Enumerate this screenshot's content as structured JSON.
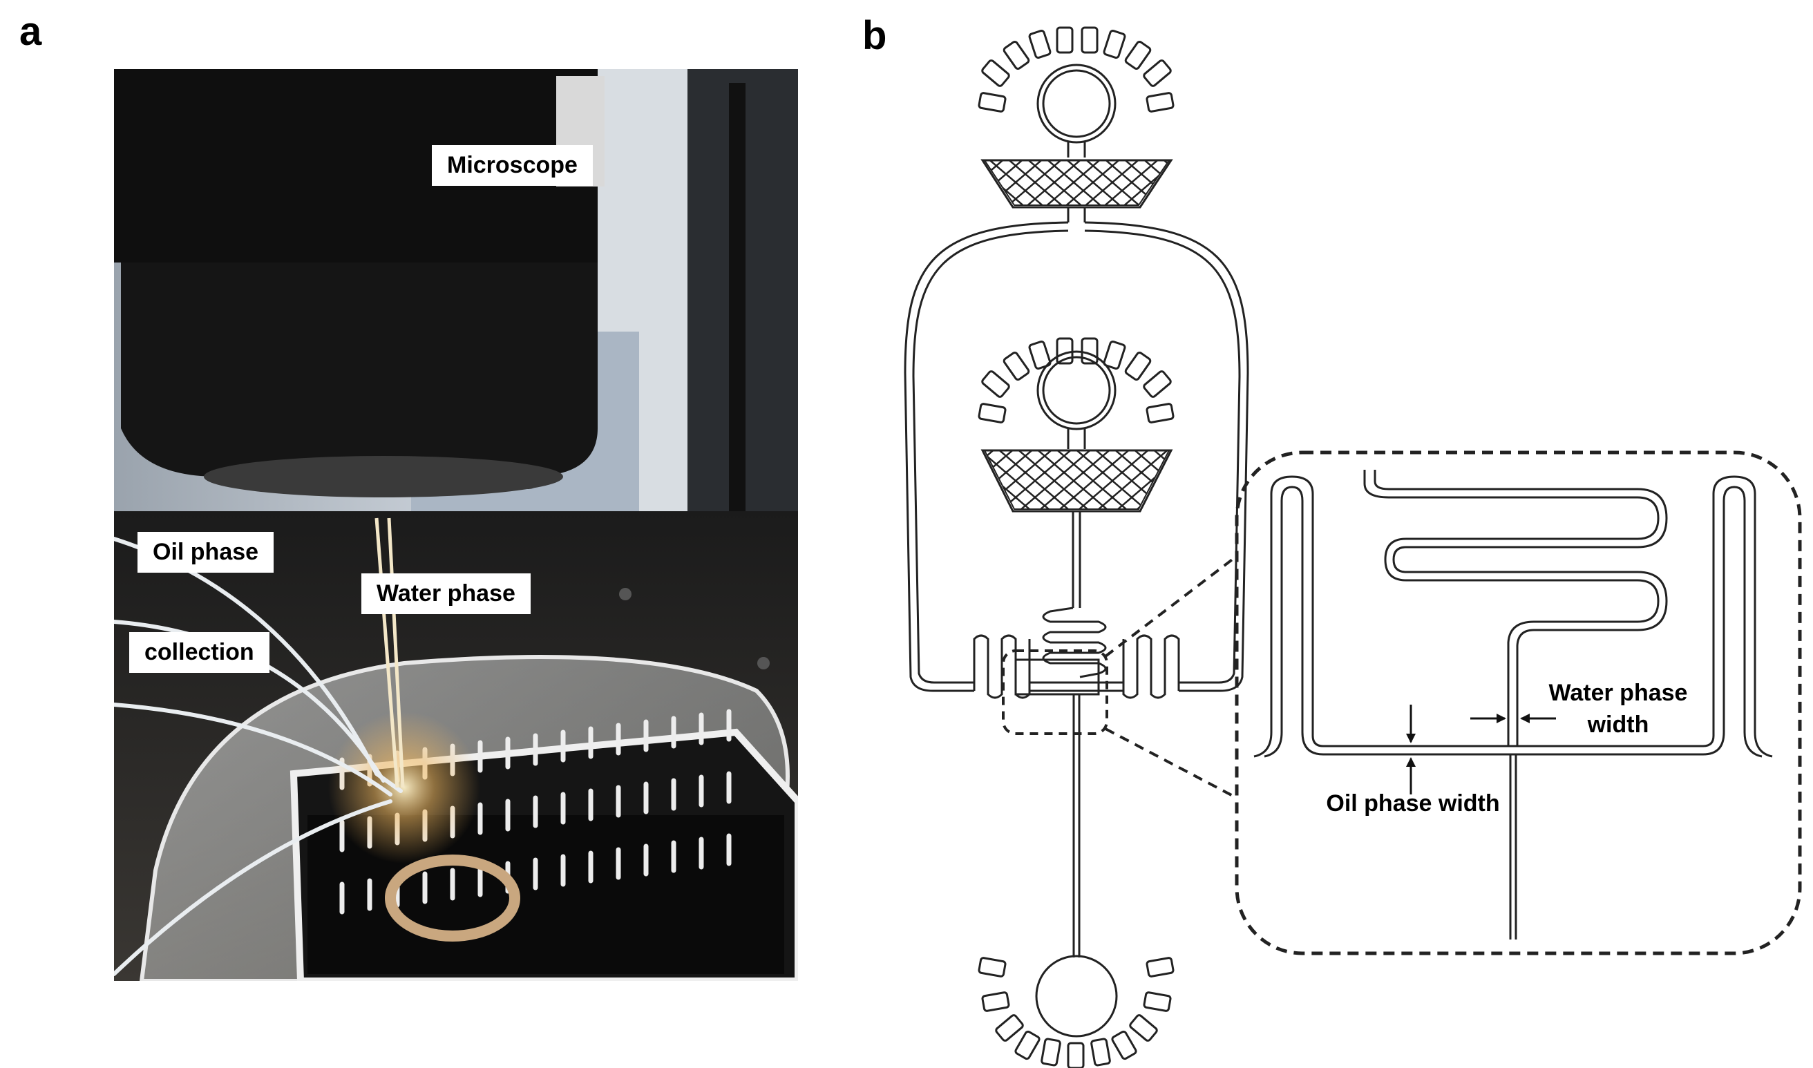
{
  "panels": {
    "a": {
      "letter": "a",
      "labels": {
        "microscope": "Microscope",
        "oil_phase": "Oil phase",
        "water_phase": "Water phase",
        "collection": "collection"
      }
    },
    "b": {
      "letter": "b",
      "labels": {
        "water_phase_width_line1": "Water phase",
        "water_phase_width_line2": "width",
        "oil_phase_width": "Oil phase width"
      }
    }
  },
  "colors": {
    "line": "#222222",
    "background": "#ffffff",
    "photo_dark": "#111111"
  }
}
